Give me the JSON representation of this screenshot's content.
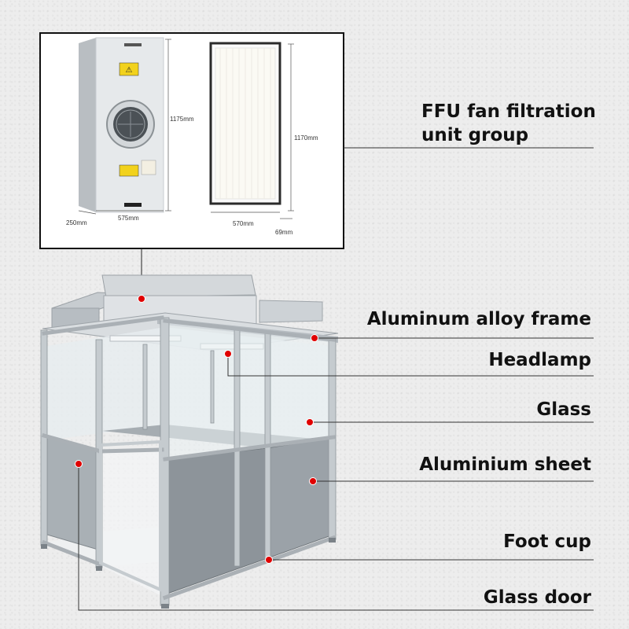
{
  "inset": {
    "dims": {
      "ffu_height": "1175mm",
      "ffu_depth": "250mm",
      "ffu_width": "575mm",
      "filter_height": "1170mm",
      "filter_width": "570mm",
      "filter_depth": "69mm"
    }
  },
  "callouts": [
    {
      "id": "ffu",
      "lines": [
        "FFU fan filtration",
        "unit group"
      ]
    },
    {
      "id": "frame",
      "lines": [
        "Aluminum alloy frame"
      ]
    },
    {
      "id": "headlamp",
      "lines": [
        "Headlamp"
      ]
    },
    {
      "id": "glass",
      "lines": [
        "Glass"
      ]
    },
    {
      "id": "sheet",
      "lines": [
        "Aluminium sheet"
      ]
    },
    {
      "id": "footcup",
      "lines": [
        "Foot cup"
      ]
    },
    {
      "id": "door",
      "lines": [
        "Glass door"
      ]
    }
  ],
  "colors": {
    "marker": "#e00000",
    "frame": "#c9cfd3",
    "panel": "#8f969c",
    "glass": "#dfe6ea"
  }
}
